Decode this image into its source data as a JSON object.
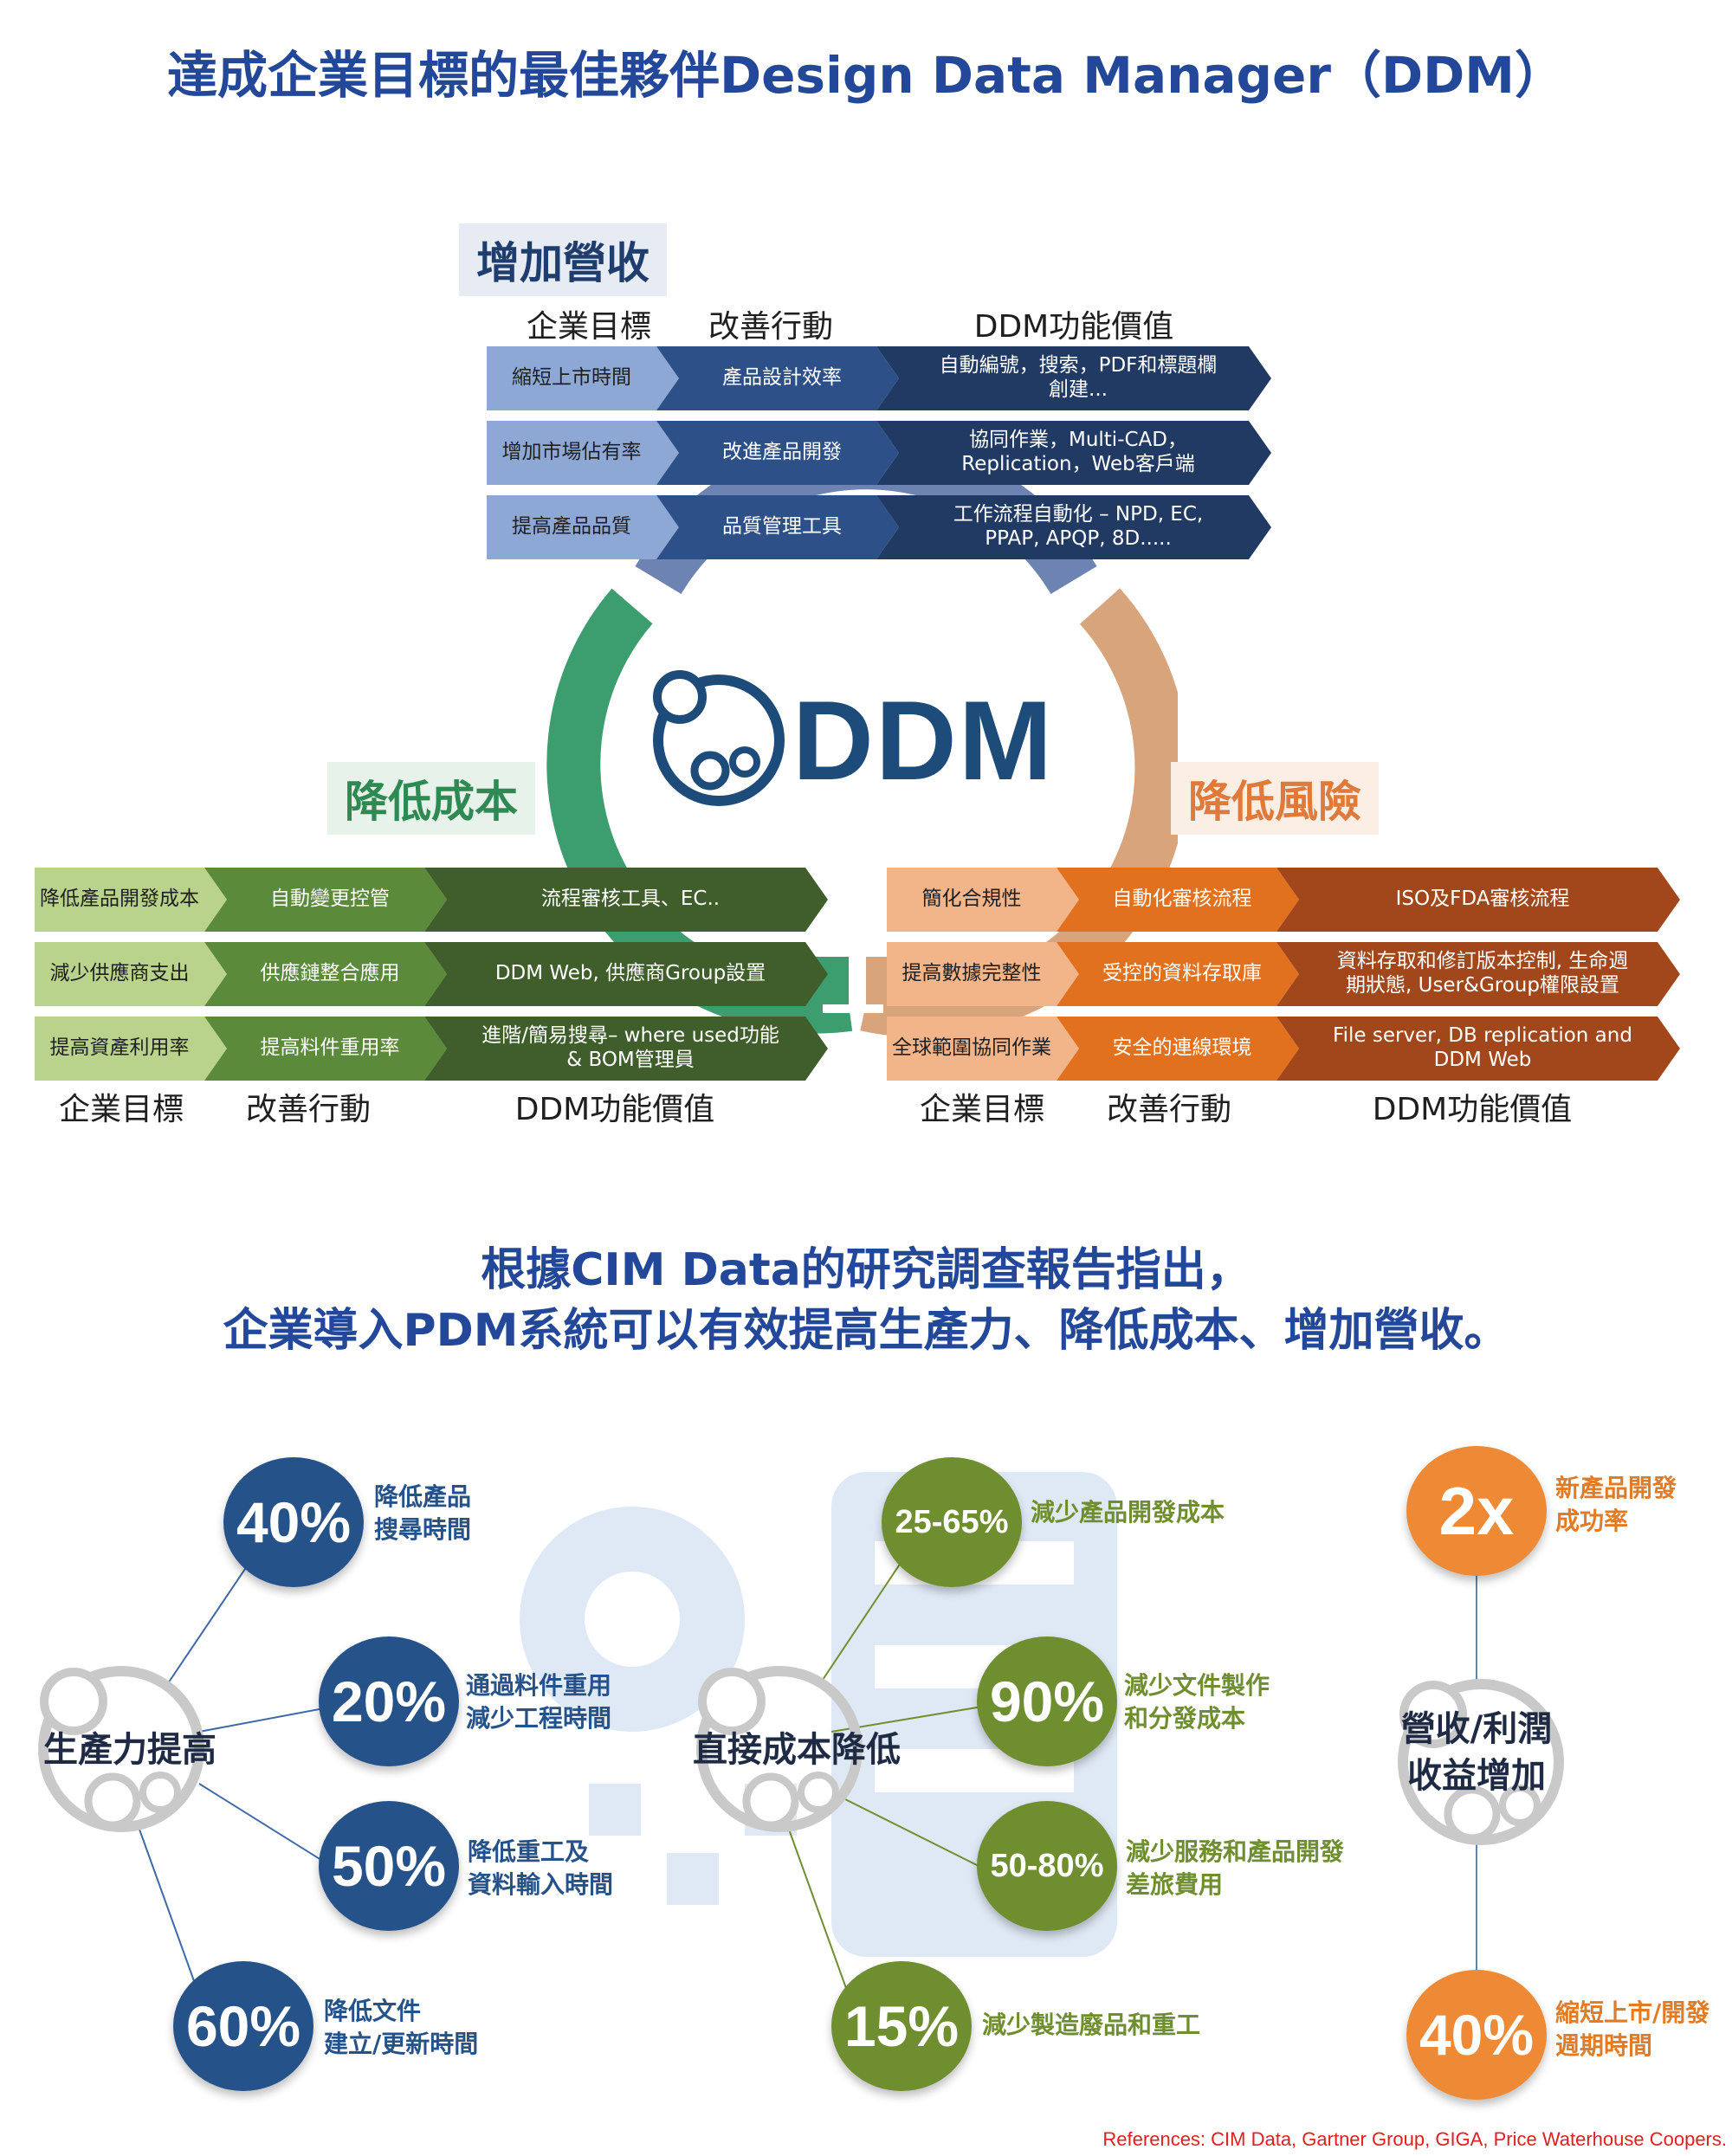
{
  "title": "達成企業目標的最佳夥伴Design Data Manager（DDM）",
  "center_logo": "DDM",
  "headers": {
    "goal": "企業目標",
    "action": "改善行動",
    "value": "DDM功能價值"
  },
  "sections": {
    "revenue": {
      "label": "增加營收",
      "rows": [
        {
          "goal": "縮短上市時間",
          "action": "產品設計效率",
          "value": "自動編號，搜索，PDF和標題欄\n創建..."
        },
        {
          "goal": "增加市場佔有率",
          "action": "改進產品開發",
          "value": "協同作業，Multi-CAD，\nReplication，Web客戶端"
        },
        {
          "goal": "提高產品品質",
          "action": "品質管理工具",
          "value": "工作流程自動化 – NPD, EC,\nPPAP, APQP, 8D....."
        }
      ]
    },
    "cost": {
      "label": "降低成本",
      "rows": [
        {
          "goal": "降低產品開發成本",
          "action": "自動變更控管",
          "value": "流程審核工具、EC.."
        },
        {
          "goal": "減少供應商支出",
          "action": "供應鏈整合應用",
          "value": "DDM Web, 供應商Group設置"
        },
        {
          "goal": "提高資產利用率",
          "action": "提高料件重用率",
          "value": "進階/簡易搜尋– where used功能\n& BOM管理員"
        }
      ]
    },
    "risk": {
      "label": "降低風險",
      "rows": [
        {
          "goal": "簡化合規性",
          "action": "自動化審核流程",
          "value": "ISO及FDA審核流程"
        },
        {
          "goal": "提高數據完整性",
          "action": "受控的資料存取庫",
          "value": "資料存取和修訂版本控制, 生命週\n期狀態, User&Group權限設置"
        },
        {
          "goal": "全球範圍協同作業",
          "action": "安全的連線環境",
          "value": "File server,  DB replication and\nDDM Web"
        }
      ]
    }
  },
  "study": {
    "line1": "根據CIM Data的研究調查報告指出，",
    "line2": "企業導入PDM系統可以有效提高生產力、降低成本、增加營收。"
  },
  "groups": {
    "productivity": {
      "hub": "生產力提高",
      "items": [
        {
          "value": "40%",
          "label": "降低產品\n搜尋時間"
        },
        {
          "value": "20%",
          "label": "通過料件重用\n減少工程時間"
        },
        {
          "value": "50%",
          "label": "降低重工及\n資料輸入時間"
        },
        {
          "value": "60%",
          "label": "降低文件\n建立/更新時間"
        }
      ]
    },
    "direct_cost": {
      "hub": "直接成本降低",
      "items": [
        {
          "value": "25-65%",
          "label": "減少產品開發成本"
        },
        {
          "value": "90%",
          "label": "減少文件製作\n和分發成本"
        },
        {
          "value": "50-80%",
          "label": "減少服務和產品開發\n差旅費用"
        },
        {
          "value": "15%",
          "label": "減少製造廢品和重工"
        }
      ]
    },
    "revenue_profit": {
      "hub": "營收/利潤\n收益增加",
      "items": [
        {
          "value": "2x",
          "label": "新產品開發\n成功率"
        },
        {
          "value": "40%",
          "label": "縮短上市/開發\n週期時間"
        }
      ]
    }
  },
  "references": "References: CIM Data, Gartner Group, GIGA, Price Waterhouse Coopers.",
  "colors": {
    "title_blue": "#23489a",
    "blue_dark": "#203a63",
    "blue_mid": "#2e5088",
    "blue_light": "#8ea8d6",
    "green_dark": "#3f5e2c",
    "green_mid": "#5a8a3a",
    "green_light": "#b9d38c",
    "orange_dark": "#a2471b",
    "orange_mid": "#e1711f",
    "orange_light": "#f2b489",
    "ring_green": "#3c9e6e",
    "ring_blue": "#6d84b3",
    "ring_tan": "#d8a47c",
    "bubble_blue": "#26528a",
    "bubble_green": "#6e8e2f",
    "bubble_orange": "#ee8a36",
    "refs_red": "#e02020"
  }
}
